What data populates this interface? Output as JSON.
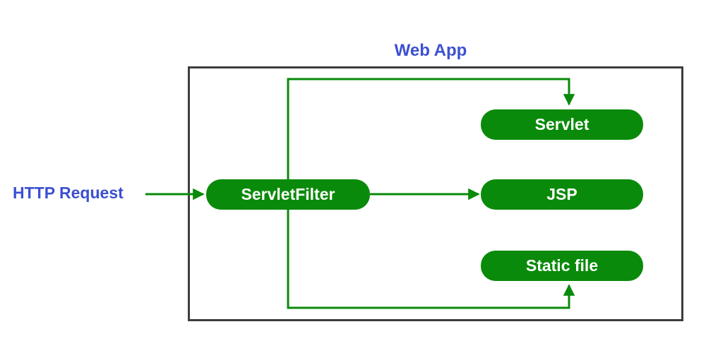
{
  "diagram": {
    "title": "Web App",
    "title_color": "#3c50d0",
    "frame_color": "#3d3d3d",
    "node_color": "#0a8a0a",
    "connector_color": "#0a8a0a",
    "node_text_color": "#ffffff",
    "background": "#ffffff"
  },
  "external": {
    "request_label": "HTTP Request"
  },
  "nodes": [
    {
      "id": "servletfilter",
      "label": "ServletFilter"
    },
    {
      "id": "servlet",
      "label": "Servlet"
    },
    {
      "id": "jsp",
      "label": "JSP"
    },
    {
      "id": "staticfile",
      "label": "Static file"
    }
  ],
  "edges": [
    {
      "from": "HTTP Request",
      "to": "ServletFilter",
      "style": "straight-arrow"
    },
    {
      "from": "ServletFilter",
      "to": "Servlet",
      "style": "up-over-down-arrow"
    },
    {
      "from": "ServletFilter",
      "to": "JSP",
      "style": "straight-arrow"
    },
    {
      "from": "ServletFilter",
      "to": "Static file",
      "style": "down-over-up-arrow"
    }
  ]
}
